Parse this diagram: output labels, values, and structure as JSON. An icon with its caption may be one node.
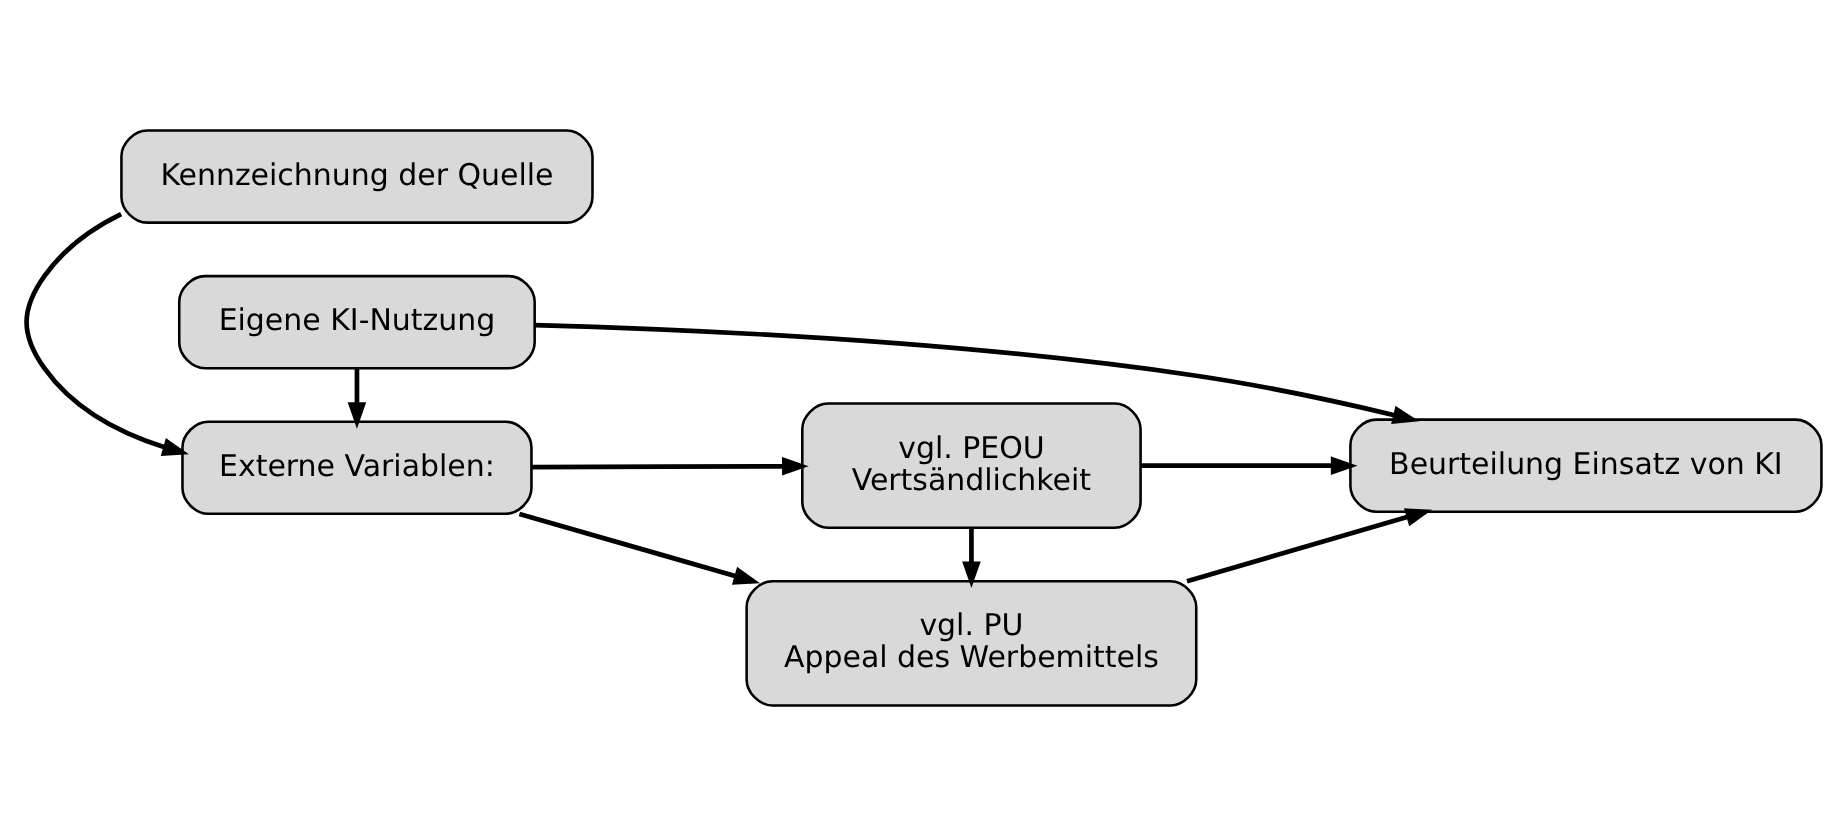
{
  "diagram": {
    "nodes": [
      {
        "text": [
          "Kennzeichnung der Quelle"
        ]
      },
      {
        "text": [
          "Externe Variablen:"
        ]
      },
      {
        "text": [
          "Eigene KI-Nutzung"
        ]
      },
      {
        "text": [
          "vgl. PU",
          "Appeal des Werbemittels"
        ]
      },
      {
        "text": [
          "vgl. PEOU",
          "Vertsändlichkeit"
        ]
      },
      {
        "text": [
          "Beurteilung Einsatz von KI"
        ]
      }
    ],
    "edges": [
      {
        "from": 0,
        "to": 1,
        "arrow": "to"
      },
      {
        "from": 2,
        "to": 1,
        "arrow": "to"
      },
      {
        "from": 1,
        "to": 3,
        "arrow": "to"
      },
      {
        "from": 1,
        "to": 4,
        "arrow": "to"
      },
      {
        "from": 4,
        "to": 3,
        "arrow": "to"
      },
      {
        "from": 3,
        "to": 5,
        "arrow": "to"
      },
      {
        "from": 4,
        "to": 5,
        "arrow": "to"
      },
      {
        "from": 2,
        "to": 5,
        "arrow": "to"
      }
    ]
  }
}
